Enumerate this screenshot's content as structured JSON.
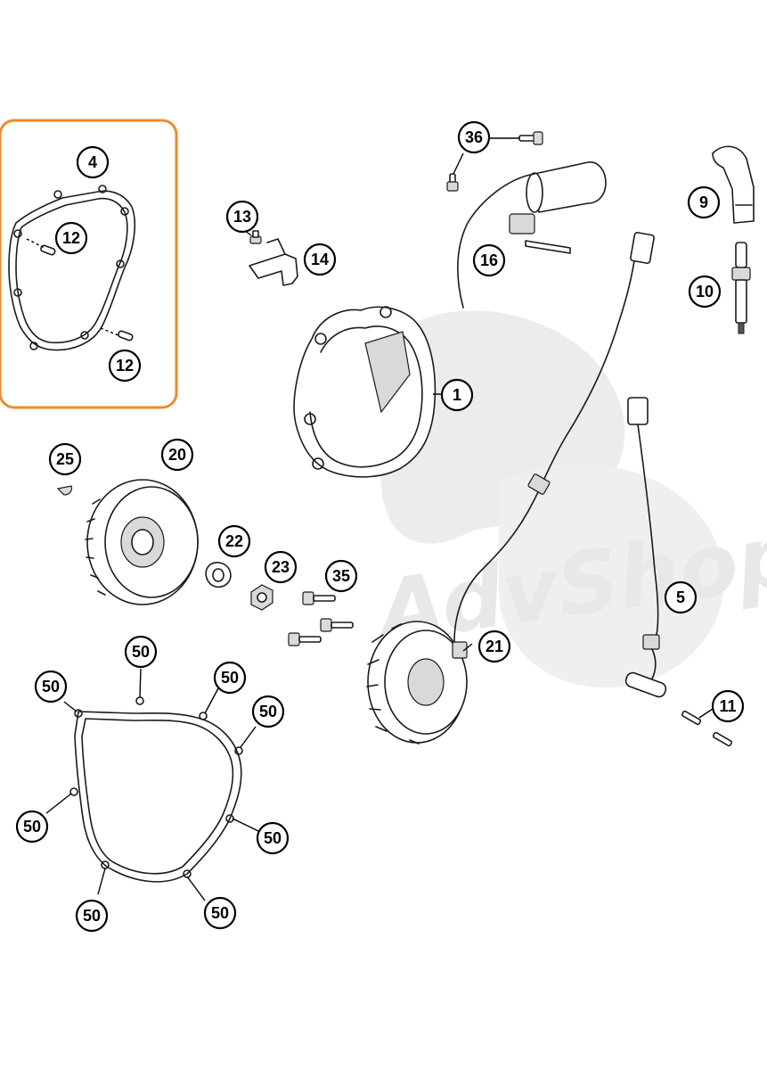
{
  "diagram": {
    "colors": {
      "highlight_frame": "#ee8a2c",
      "line": "#1a1a1a",
      "watermark": "#e6e6e6"
    },
    "watermark_text": "AdvShop",
    "callouts": {
      "c1": "1",
      "c4": "4",
      "c5": "5",
      "c9": "9",
      "c10": "10",
      "c11": "11",
      "c12a": "12",
      "c12b": "12",
      "c13": "13",
      "c14": "14",
      "c16": "16",
      "c20": "20",
      "c21": "21",
      "c22": "22",
      "c23": "23",
      "c25": "25",
      "c35": "35",
      "c36": "36",
      "c50a": "50",
      "c50b": "50",
      "c50c": "50",
      "c50d": "50",
      "c50e": "50",
      "c50f": "50",
      "c50g": "50",
      "c50h": "50"
    }
  }
}
